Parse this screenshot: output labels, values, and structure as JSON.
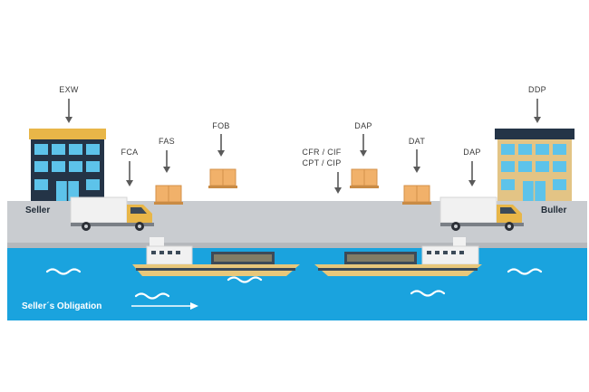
{
  "labels": {
    "exw": "EXW",
    "fca": "FCA",
    "fas": "FAS",
    "fob": "FOB",
    "cfr_cif": "CFR / CIF",
    "cpt_cip": "CPT / CIP",
    "dap_top": "DAP",
    "dat": "DAT",
    "dap_truck": "DAP",
    "ddp": "DDP"
  },
  "seller": "Seller",
  "buyer": "Buller",
  "obligation": "Seller´s Obligation",
  "colors": {
    "ground": "#c9ccd0",
    "ground_edge": "#b5b8bc",
    "water": "#1aa3de",
    "roof": "#e8b648",
    "building_dark": "#243447",
    "building_light": "#e3c485",
    "window": "#5dc3ea",
    "box": "#f1b16a",
    "hull": "#e8c77a",
    "hull_stripe": "#3c4a58",
    "truck_cab": "#e8b648",
    "truck_body": "#f1f1f1",
    "arrow": "#5a5a5a"
  }
}
